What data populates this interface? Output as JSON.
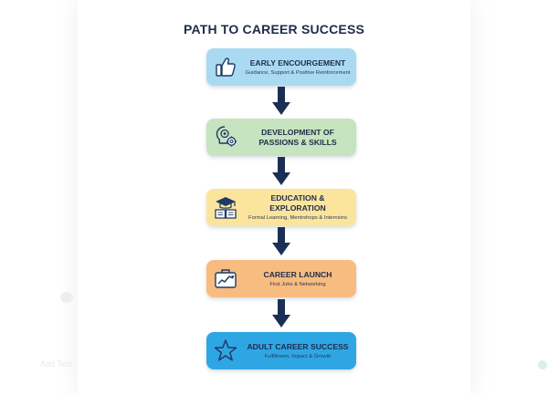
{
  "diagram": {
    "title": "PATH TO CAREER SUCCESS",
    "steps": [
      {
        "heading": "EARLY ENCOURGEMENT",
        "subheading": "Guidance, Support & Positive Reinforcement",
        "icon": "thumbs-up-icon",
        "color": "#a9daf2"
      },
      {
        "heading": "DEVELOPMENT OF PASSIONS & SKILLS",
        "subheading": "",
        "icon": "lightbulb-gear-icon",
        "color": "#c6e4bf"
      },
      {
        "heading": "EDUCATION & EXPLORATION",
        "subheading": "Formal Learning, Mentrshops & Internsins",
        "icon": "graduation-book-icon",
        "color": "#fbe59c"
      },
      {
        "heading": "CAREER LAUNCH",
        "subheading": "First Jobs & Networking",
        "icon": "briefcase-chart-icon",
        "color": "#f8bc80"
      },
      {
        "heading": "ADULT CAREER SUCCESS",
        "subheading": "Fulfillment, Impact & Growth",
        "icon": "star-icon",
        "color": "#2fa6e4"
      }
    ],
    "arrow_color": "#1b2f55",
    "background_text": "Add Text"
  }
}
